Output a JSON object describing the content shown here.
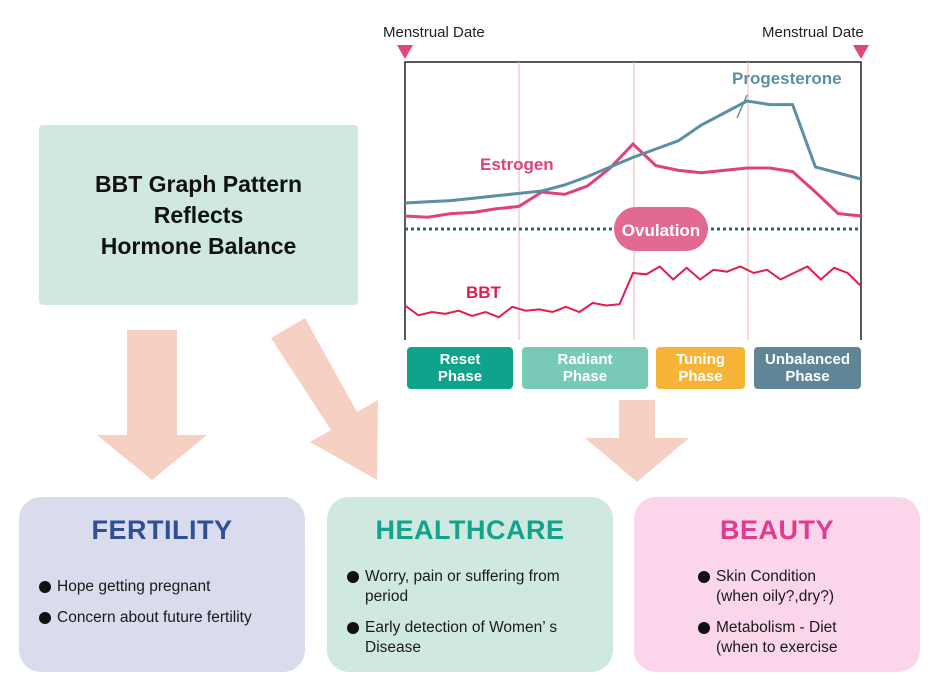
{
  "title": {
    "line1": "BBT Graph Pattern",
    "line2": "Reflects",
    "line3": "Hormone Balance"
  },
  "chart": {
    "menstrual_left": "Menstrual Date",
    "menstrual_right": "Menstrual Date",
    "ovulation": "Ovulation",
    "marker_color": "#e0457e"
  },
  "chart_data": {
    "type": "line",
    "series": [
      {
        "name": "Estrogen",
        "color": "#e0407e",
        "values": [
          0.2,
          0.19,
          0.22,
          0.23,
          0.26,
          0.28,
          0.4,
          0.38,
          0.45,
          0.6,
          0.8,
          0.62,
          0.58,
          0.56,
          0.58,
          0.6,
          0.6,
          0.57,
          0.4,
          0.22,
          0.2
        ]
      },
      {
        "name": "Progesterone",
        "color": "#5b8fa3",
        "values": [
          0.1,
          0.11,
          0.12,
          0.14,
          0.16,
          0.18,
          0.2,
          0.25,
          0.32,
          0.4,
          0.48,
          0.55,
          0.62,
          0.75,
          0.85,
          0.95,
          0.92,
          0.92,
          0.4,
          0.35,
          0.3
        ]
      },
      {
        "name": "BBT",
        "color": "#e21d4c",
        "values": [
          0.3,
          0.15,
          0.2,
          0.17,
          0.22,
          0.14,
          0.2,
          0.12,
          0.28,
          0.22,
          0.24,
          0.2,
          0.28,
          0.2,
          0.34,
          0.3,
          0.32,
          0.8,
          0.78,
          0.9,
          0.7,
          0.88,
          0.7,
          0.85,
          0.82,
          0.9,
          0.8,
          0.85,
          0.7,
          0.8,
          0.9,
          0.7,
          0.88,
          0.8,
          0.6
        ]
      }
    ],
    "phases": [
      {
        "label_line1": "Reset",
        "label_line2": "Phase",
        "color": "#10a38c"
      },
      {
        "label_line1": "Radiant",
        "label_line2": "Phase",
        "color": "#79c9b7"
      },
      {
        "label_line1": "Tuning",
        "label_line2": "Phase",
        "color": "#f6b437"
      },
      {
        "label_line1": "Unbalanced",
        "label_line2": "Phase",
        "color": "#5f8596"
      }
    ]
  },
  "cards": {
    "fertility": {
      "title": "FERTILITY",
      "title_color": "#2f4f96",
      "bg": "#d8dcec",
      "items": [
        {
          "text": "Hope getting pregnant",
          "sub": ""
        },
        {
          "text": "Concern about future fertility",
          "sub": ""
        }
      ]
    },
    "healthcare": {
      "title": "HEALTHCARE",
      "title_color": "#13a38c",
      "bg": "#cfe9e0",
      "items": [
        {
          "text": "Worry, pain or suffering from",
          "sub": "period"
        },
        {
          "text": "Early detection of Women’ s",
          "sub": "Disease"
        }
      ]
    },
    "beauty": {
      "title": "BEAUTY",
      "title_color": "#e23a90",
      "bg": "#fbd6ea",
      "items": [
        {
          "text": "Skin Condition",
          "sub": "(when oily?,dry?)"
        },
        {
          "text": "Metabolism - Diet",
          "sub": "(when to exercise"
        }
      ]
    }
  },
  "arrow_color": "#f7d0c4"
}
